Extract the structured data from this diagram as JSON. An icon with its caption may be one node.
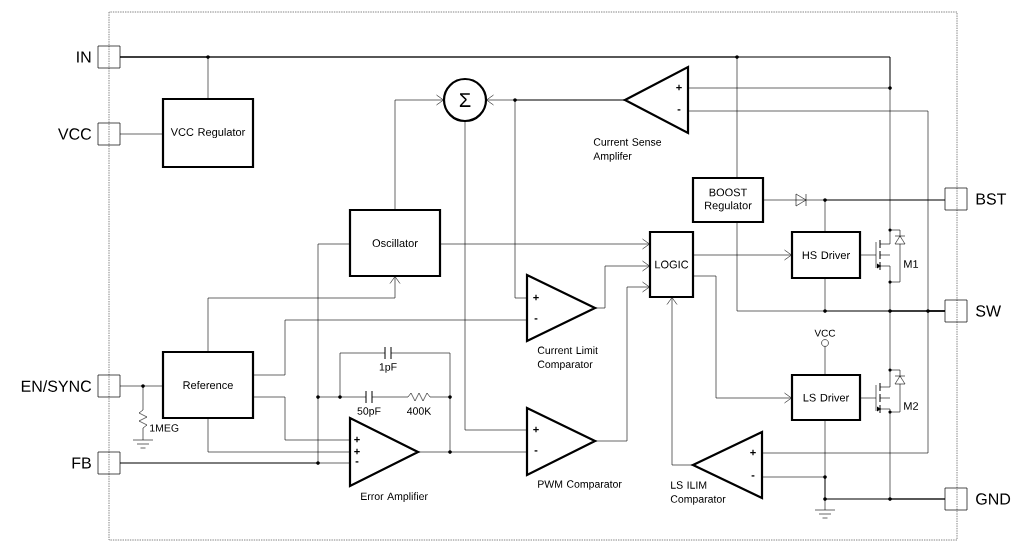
{
  "diagram": {
    "nodes": [
      {
        "text": [
          "IN"
        ]
      },
      {
        "text": [
          "VCC"
        ]
      },
      {
        "text": [
          "EN/SYNC"
        ]
      },
      {
        "text": [
          "FB"
        ]
      },
      {
        "text": [
          "BST"
        ]
      },
      {
        "text": [
          "SW"
        ]
      },
      {
        "text": [
          "GND"
        ]
      },
      {
        "text": [
          "VCC Regulator"
        ]
      },
      {
        "text": [
          "Σ"
        ]
      },
      {
        "text": [
          "Oscillator"
        ]
      },
      {
        "text": [
          "+",
          "-"
        ],
        "beside": [
          "Current Sense Amplifer"
        ]
      },
      {
        "text": [
          "BOOST Regulator"
        ]
      },
      {
        "text": [
          "LOGIC"
        ]
      },
      {
        "text": [
          "HS Driver"
        ]
      },
      {
        "text": [
          "+",
          "-"
        ],
        "beside": [
          "Current Limit Comparator"
        ]
      },
      {
        "text": [
          "Reference"
        ]
      },
      {
        "text": [
          "+",
          "+",
          "-"
        ],
        "beside": [
          "Error Amplifier"
        ]
      },
      {
        "text": [
          "+",
          "-"
        ],
        "beside": [
          "PWM Comparator"
        ]
      },
      {
        "text": [
          "LS Driver"
        ]
      },
      {
        "text": [
          "+",
          "-"
        ],
        "beside": [
          "LS ILIM Comparator"
        ]
      },
      {
        "text": [
          "M1"
        ]
      },
      {
        "text": [
          "M2"
        ]
      },
      {
        "text": [
          "VCC"
        ]
      },
      {
        "text": [],
        "shape": "diode"
      }
    ],
    "edges": [
      {
        "from": 0,
        "to": 7,
        "arrow": "none"
      },
      {
        "from": 7,
        "to": 1,
        "arrow": "none"
      },
      {
        "from": 0,
        "to": 11,
        "arrow": "none"
      },
      {
        "from": 0,
        "to": 20,
        "arrow": "none"
      },
      {
        "from": 0,
        "to": 10,
        "arrow": "none"
      },
      {
        "from": 10,
        "to": 5,
        "arrow": "none"
      },
      {
        "from": 10,
        "to": 8,
        "arrow": "to"
      },
      {
        "from": 9,
        "to": 8,
        "arrow": "to"
      },
      {
        "from": 10,
        "to": 14,
        "arrow": "none"
      },
      {
        "from": 8,
        "to": 17,
        "arrow": "none"
      },
      {
        "from": 9,
        "to": 12,
        "arrow": "to"
      },
      {
        "from": 15,
        "to": 9,
        "arrow": "to"
      },
      {
        "from": 15,
        "to": 14,
        "arrow": "none"
      },
      {
        "from": 15,
        "to": 16,
        "arrow": "none"
      },
      {
        "from": 15,
        "to": 16,
        "arrow": "none"
      },
      {
        "from": 3,
        "to": 16,
        "arrow": "none"
      },
      {
        "from": 9,
        "to": 3,
        "arrow": "none"
      },
      {
        "from": 16,
        "to": 17,
        "arrow": "none"
      },
      {
        "from": 14,
        "to": 12,
        "arrow": "to"
      },
      {
        "from": 17,
        "to": 12,
        "arrow": "to"
      },
      {
        "from": 12,
        "to": 13,
        "arrow": "to"
      },
      {
        "from": 12,
        "to": 18,
        "arrow": "to"
      },
      {
        "from": 19,
        "to": 12,
        "arrow": "to"
      },
      {
        "from": 13,
        "to": 20,
        "arrow": "none"
      },
      {
        "from": 11,
        "to": 23,
        "arrow": "none"
      },
      {
        "from": 13,
        "to": 4,
        "arrow": "none"
      },
      {
        "from": 13,
        "to": 5,
        "arrow": "none"
      },
      {
        "from": 11,
        "to": 5,
        "arrow": "none"
      },
      {
        "from": 20,
        "to": 5,
        "arrow": "none"
      },
      {
        "from": 21,
        "to": 5,
        "arrow": "none"
      },
      {
        "from": 22,
        "to": 18,
        "arrow": "none"
      },
      {
        "from": 18,
        "to": 21,
        "arrow": "none"
      },
      {
        "from": 21,
        "to": 6,
        "arrow": "none"
      },
      {
        "from": 18,
        "to": 6,
        "arrow": "none"
      },
      {
        "from": 19,
        "to": 6,
        "arrow": "none"
      },
      {
        "from": 5,
        "to": 19,
        "arrow": "none"
      },
      {
        "from": 2,
        "to": 15,
        "arrow": "none"
      },
      {
        "from": 23,
        "to": 4,
        "arrow": "none"
      }
    ],
    "labels": [
      "1MEG",
      "1pF",
      "50pF",
      "400K"
    ]
  }
}
